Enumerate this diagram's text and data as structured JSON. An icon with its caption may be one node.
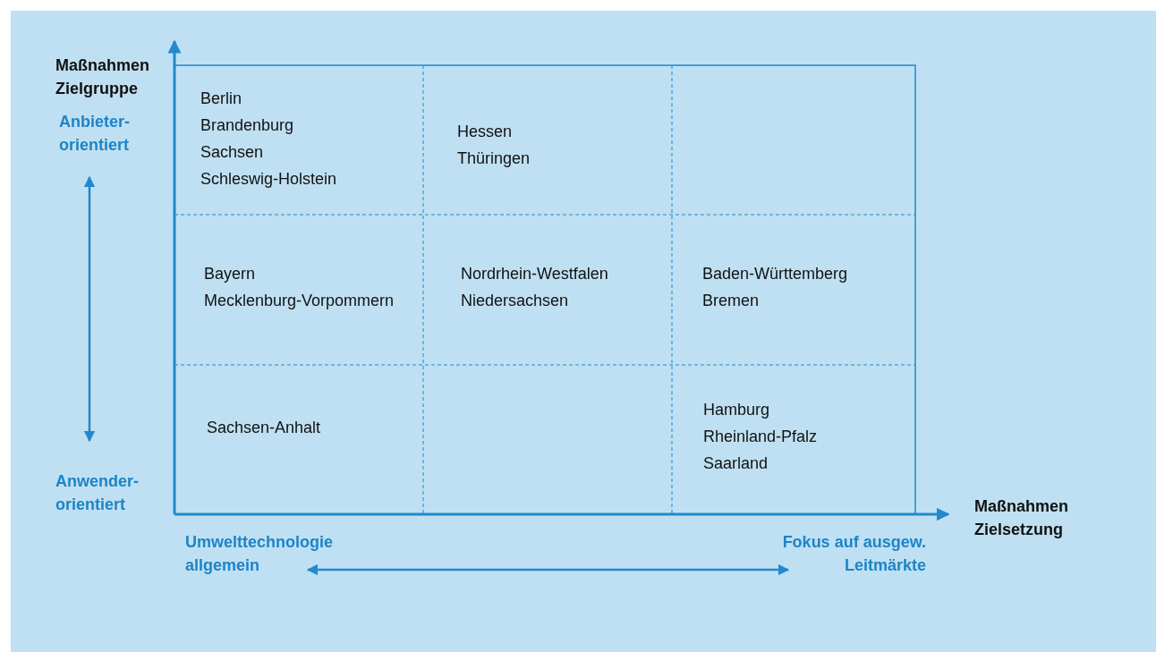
{
  "diagram": {
    "labels": [
      "Maßnahmen Zielgruppe",
      "Anbieter-orientiert",
      "Berlin",
      "Brandenburg",
      "Sachsen",
      "Schleswig-Holstein",
      "Hessen",
      "Thüringen",
      "Bayern",
      "Mecklenburg-Vorpommern",
      "Nordrhein-Westfalen",
      "Niedersachsen",
      "Baden-Württemberg",
      "Bremen",
      "Sachsen-Anhalt",
      "Hamburg",
      "Rheinland-Pfalz",
      "Saarland",
      "Anwender-orientiert",
      "Maßnahmen Zielsetzung",
      "Umwelttechnologie allgemein",
      "Fokus auf ausgew. Leitmärkte"
    ]
  }
}
